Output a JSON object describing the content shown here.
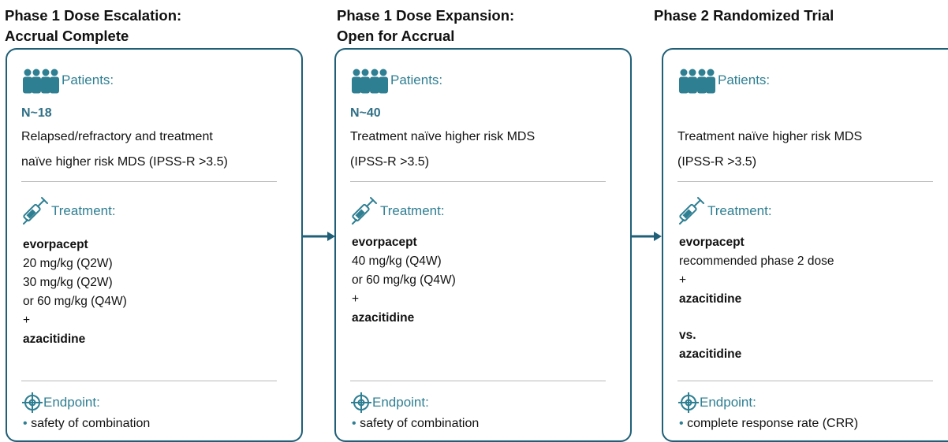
{
  "colors": {
    "accent": "#2f7f93",
    "border": "#1f5f77"
  },
  "phases": [
    {
      "title_lines": [
        "Phase 1 Dose Escalation:",
        "Accrual Complete"
      ],
      "patients_label": "Patients:",
      "n": "N~18",
      "patient_lines": [
        "Relapsed/refractory  and treatment",
        "naïve higher risk MDS (IPSS-R >3.5)"
      ],
      "treatment_label": "Treatment:",
      "treatment_lines": [
        {
          "text": "evorpacept",
          "bold": true
        },
        {
          "text": "20 mg/kg (Q2W)",
          "bold": false
        },
        {
          "text": "30 mg/kg (Q2W)",
          "bold": false
        },
        {
          "text": "or 60 mg/kg (Q4W)",
          "bold": false
        },
        {
          "text": "+",
          "bold": false
        },
        {
          "text": "azacitidine",
          "bold": true
        }
      ],
      "endpoint_label": "Endpoint:",
      "endpoint_item": "safety of combination"
    },
    {
      "title_lines": [
        "Phase 1 Dose Expansion:",
        "Open for Accrual"
      ],
      "patients_label": "Patients:",
      "n": "N~40",
      "patient_lines": [
        "Treatment naïve higher risk MDS",
        "(IPSS-R >3.5)"
      ],
      "treatment_label": "Treatment:",
      "treatment_lines": [
        {
          "text": "evorpacept",
          "bold": true
        },
        {
          "text": "40 mg/kg (Q4W)",
          "bold": false
        },
        {
          "text": "or 60 mg/kg (Q4W)",
          "bold": false
        },
        {
          "text": "+",
          "bold": false
        },
        {
          "text": "azacitidine",
          "bold": true
        }
      ],
      "endpoint_label": "Endpoint:",
      "endpoint_item": "safety of combination"
    },
    {
      "title_lines": [
        "Phase 2 Randomized Trial"
      ],
      "patients_label": "Patients:",
      "n": "",
      "patient_lines": [
        "Treatment naïve higher risk MDS",
        "(IPSS-R >3.5)"
      ],
      "treatment_label": "Treatment:",
      "treatment_lines": [
        {
          "text": "evorpacept",
          "bold": true
        },
        {
          "text": "recommended phase 2 dose",
          "bold": false
        },
        {
          "text": "+",
          "bold": false
        },
        {
          "text": "azacitidine",
          "bold": true
        },
        {
          "text": "",
          "bold": false
        },
        {
          "text": "vs.",
          "bold": true
        },
        {
          "text": "azacitidine",
          "bold": true
        }
      ],
      "endpoint_label": "Endpoint:",
      "endpoint_item": "complete response rate (CRR)"
    }
  ]
}
